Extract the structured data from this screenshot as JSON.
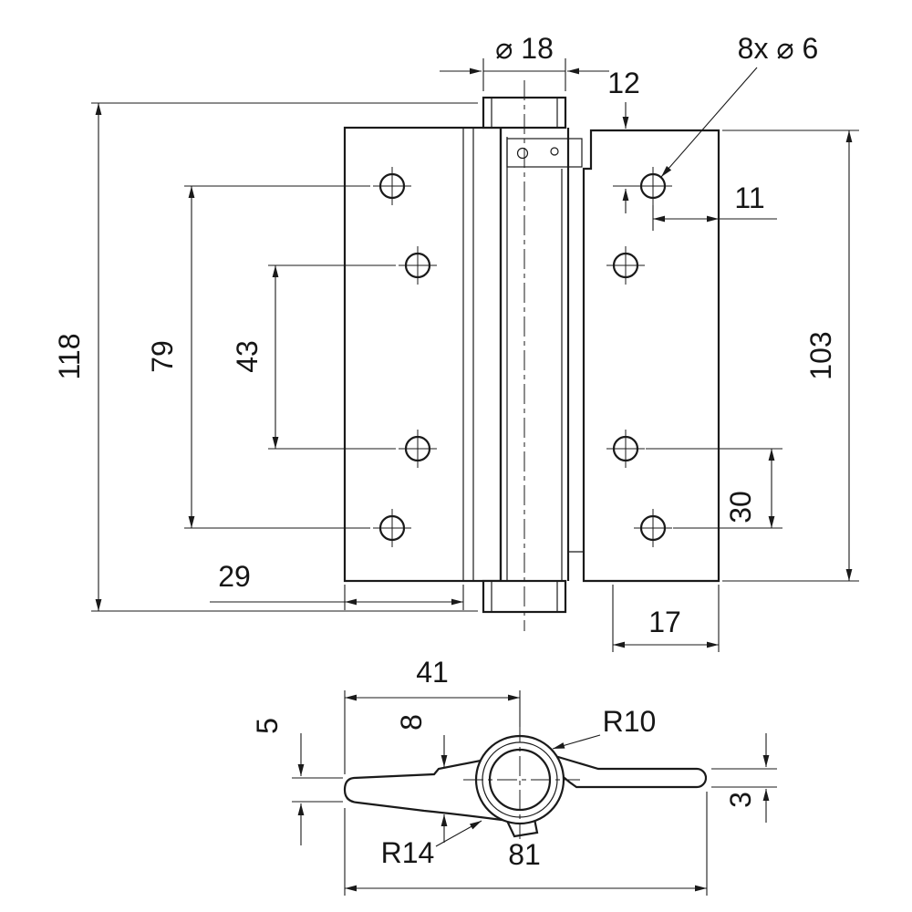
{
  "drawing": {
    "type": "technical-drawing-spring-hinge",
    "colors": {
      "line": "#1a1a1a",
      "background": "#ffffff"
    },
    "front_view": {
      "dim_pin_diameter": "⌀ 18",
      "dim_hole_pattern": "8x ⌀ 6",
      "dim_hole_offset_top": "12",
      "dim_hole_edge_right": "11",
      "dim_overall_height": "118",
      "dim_outer_hole_spacing": "79",
      "dim_inner_hole_spacing": "43",
      "dim_leaf_height": "103",
      "dim_hole_spacing_bottom": "30",
      "dim_leaf_width_left": "29",
      "dim_hole_offset_bottom": "17"
    },
    "profile_view": {
      "dim_arm_length": "41",
      "dim_arm_tip_thickness": "5",
      "dim_arm_thickness": "8",
      "radius_knuckle": "R10",
      "dim_leaf_thickness": "3",
      "radius_fillet": "R14",
      "dim_overall_width": "81"
    }
  }
}
